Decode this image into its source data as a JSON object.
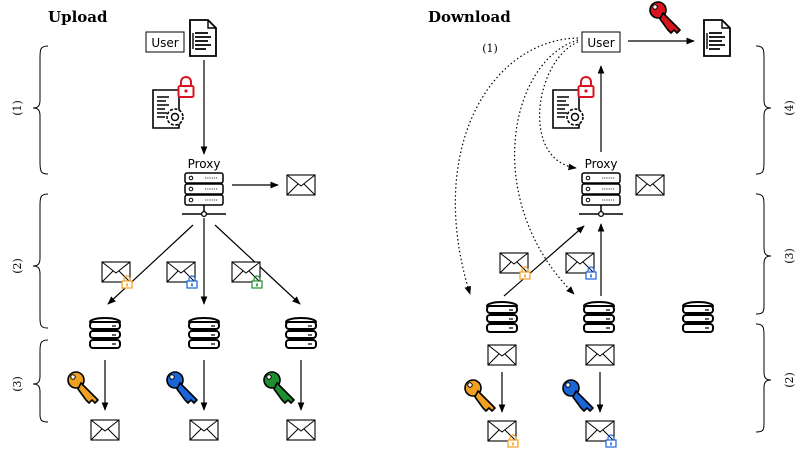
{
  "upload": {
    "title": "Upload",
    "user_label": "User",
    "proxy_label": "Proxy",
    "brace_labels": [
      "(1)",
      "(2)",
      "(3)"
    ]
  },
  "download": {
    "title": "Download",
    "user_label": "User",
    "proxy_label": "Proxy",
    "step_label": "(1)",
    "brace_labels": [
      "(4)",
      "(3)",
      "(2)"
    ]
  },
  "colors": {
    "orange": "#f0a020",
    "blue": "#1a66d9",
    "green": "#1e8f2e",
    "red": "#d8141e"
  }
}
